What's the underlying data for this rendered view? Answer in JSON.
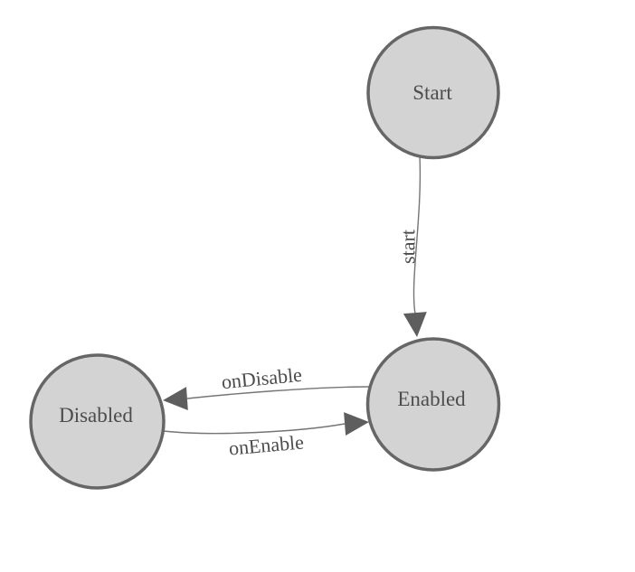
{
  "diagram": {
    "type": "state-machine",
    "background": "#ffffff",
    "colors": {
      "node_fill": "#d3d3d3",
      "node_stroke": "#666666",
      "edge_stroke": "#757575",
      "arrow_fill": "#5e5e5e",
      "node_text": "#4c4c4c",
      "edge_text": "#4c4c4c"
    },
    "nodes": [
      {
        "id": "start",
        "label": "Start"
      },
      {
        "id": "enabled",
        "label": "Enabled"
      },
      {
        "id": "disabled",
        "label": "Disabled"
      }
    ],
    "edges": [
      {
        "id": "start-to-enabled",
        "from": "Start",
        "to": "Enabled",
        "label": "start"
      },
      {
        "id": "enabled-to-disabled",
        "from": "Enabled",
        "to": "Disabled",
        "label": "onDisable"
      },
      {
        "id": "disabled-to-enabled",
        "from": "Disabled",
        "to": "Enabled",
        "label": "onEnable"
      }
    ]
  }
}
